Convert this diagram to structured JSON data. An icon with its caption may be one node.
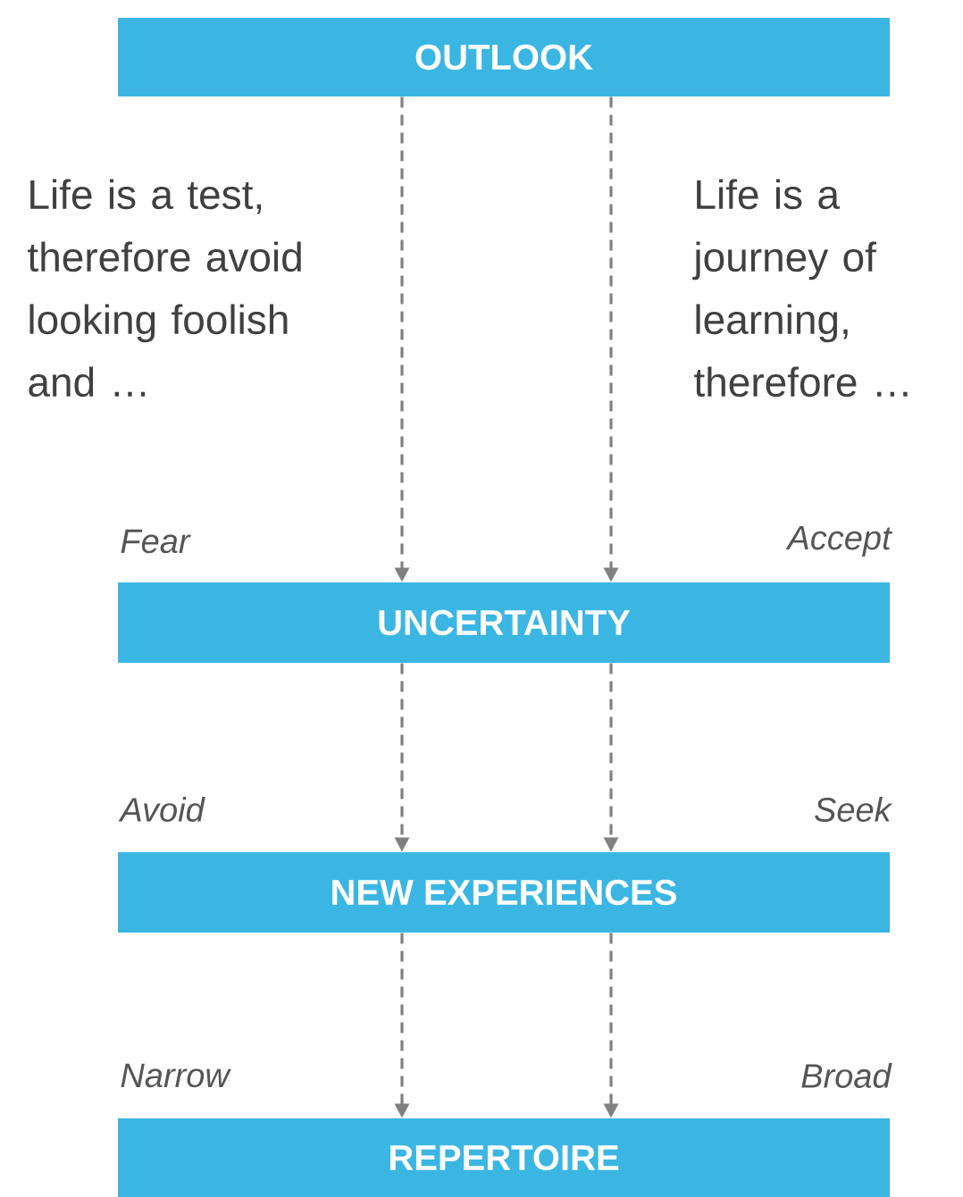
{
  "diagram": {
    "nodes": [
      {
        "text": [
          "OUTLOOK"
        ]
      },
      {
        "text": [
          "UNCERTAINTY"
        ]
      },
      {
        "text": [
          "NEW EXPERIENCES"
        ]
      },
      {
        "text": [
          "REPERTOIRE"
        ]
      }
    ],
    "edges": [
      {
        "from": 0,
        "to": 1,
        "arrow": "to",
        "style": "dashed"
      },
      {
        "from": 0,
        "to": 1,
        "arrow": "to",
        "style": "dashed"
      },
      {
        "from": 1,
        "to": 2,
        "arrow": "to",
        "style": "dashed"
      },
      {
        "from": 1,
        "to": 2,
        "arrow": "to",
        "style": "dashed"
      },
      {
        "from": 2,
        "to": 3,
        "arrow": "to",
        "style": "dashed"
      },
      {
        "from": 2,
        "to": 3,
        "arrow": "to",
        "style": "dashed"
      }
    ],
    "labels": [
      "Life is a test, therefore avoid looking foolish and …",
      "Life is a journey of learning, therefore …",
      "Fear",
      "Accept",
      "Avoid",
      "Seek",
      "Narrow",
      "Broad"
    ]
  }
}
